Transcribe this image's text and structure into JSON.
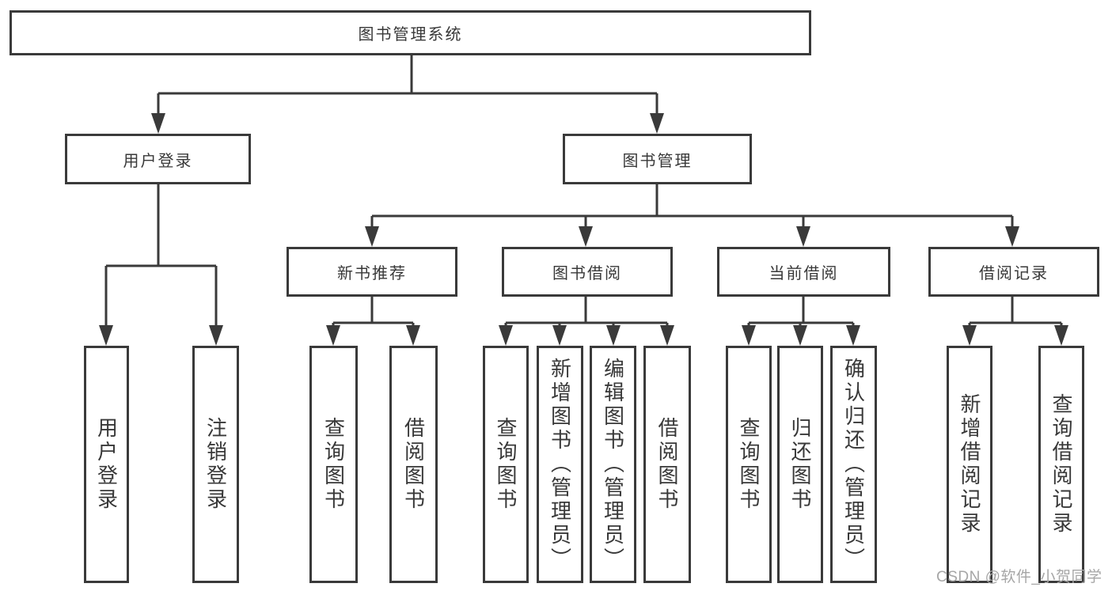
{
  "diagram": {
    "title": "图书管理系统",
    "nodes": {
      "root": {
        "label": "图书管理系统"
      },
      "level2": [
        {
          "label": "用户登录"
        },
        {
          "label": "图书管理"
        }
      ],
      "level3": [
        {
          "label": "新书推荐",
          "parent": "图书管理"
        },
        {
          "label": "图书借阅",
          "parent": "图书管理"
        },
        {
          "label": "当前借阅",
          "parent": "图书管理"
        },
        {
          "label": "借阅记录",
          "parent": "图书管理"
        }
      ],
      "leaves": [
        {
          "label": "用户登录",
          "parent": "用户登录"
        },
        {
          "label": "注销登录",
          "parent": "用户登录"
        },
        {
          "label": "查询图书",
          "parent": "新书推荐"
        },
        {
          "label": "借阅图书",
          "parent": "新书推荐"
        },
        {
          "label": "查询图书",
          "parent": "图书借阅"
        },
        {
          "label": "新增图书（管理员）",
          "parent": "图书借阅"
        },
        {
          "label": "编辑图书（管理员）",
          "parent": "图书借阅"
        },
        {
          "label": "借阅图书",
          "parent": "图书借阅"
        },
        {
          "label": "查询图书",
          "parent": "当前借阅"
        },
        {
          "label": "归还图书",
          "parent": "当前借阅"
        },
        {
          "label": "确认归还（管理员）",
          "parent": "当前借阅"
        },
        {
          "label": "新增借阅记录",
          "parent": "借阅记录"
        },
        {
          "label": "查询借阅记录",
          "parent": "借阅记录"
        }
      ]
    },
    "colors": {
      "line": "#3a3a3a",
      "box_border": "#3a3a3a",
      "box_fill": "#ffffff",
      "text": "#383838",
      "background": "#ffffff",
      "watermark": "#a6a6a6"
    }
  },
  "watermark": {
    "text": "CSDN @软件_小贺同学"
  }
}
